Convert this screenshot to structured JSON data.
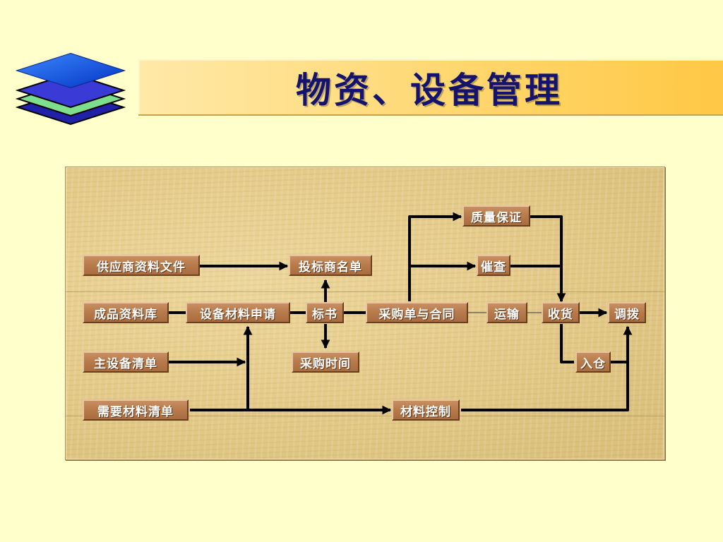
{
  "title": "物资、设备管理",
  "colors": {
    "background": "#ffffcc",
    "title_bar": "#ffd56a",
    "title_text": "#14146e",
    "node_fill": "#b67a4b",
    "node_text": "#ffffff",
    "panel": "#e3c987",
    "arrow": "#000000"
  },
  "nodes": {
    "supplier_docs": "供应商资料文件",
    "bidder_list": "投标商名单",
    "quality_assurance": "质量保证",
    "expedite": "催查",
    "product_database": "成品资料库",
    "material_request": "设备材料申请",
    "bid_document": "标书",
    "po_contract": "采购单与合同",
    "transport": "运输",
    "receiving": "收货",
    "allocation": "调拨",
    "main_equipment_list": "主设备清单",
    "procurement_time": "采购时间",
    "warehousing": "入仓",
    "material_requirement_list": "需要材料清单",
    "material_control": "材料控制"
  }
}
